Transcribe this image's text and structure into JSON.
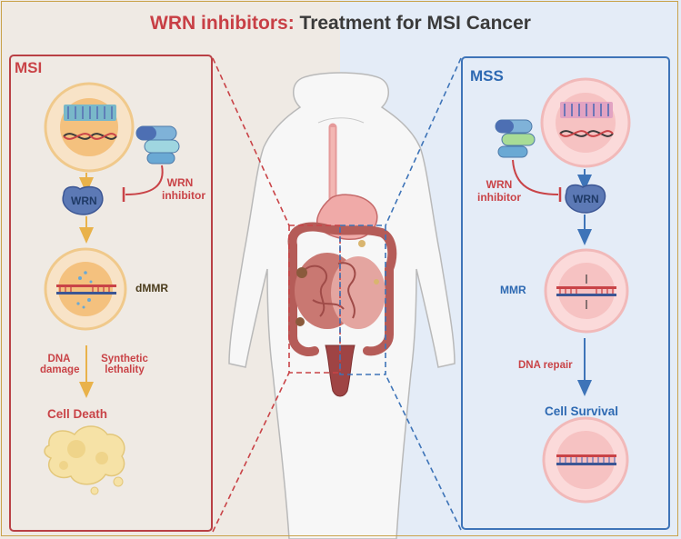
{
  "title": {
    "part1": "WRN inhibitors:",
    "part2": "Treatment for MSI Cancer"
  },
  "msi": {
    "heading": "MSI",
    "wrn_protein": "WRN",
    "inhibitor_line1": "WRN",
    "inhibitor_line2": "inhibitor",
    "dmmr": "dMMR",
    "dna_damage_line1": "DNA",
    "dna_damage_line2": "damage",
    "synthetic_line1": "Synthetic",
    "synthetic_line2": "lethality",
    "outcome": "Cell Death"
  },
  "mss": {
    "heading": "MSS",
    "wrn_protein": "WRN",
    "inhibitor_line1": "WRN",
    "inhibitor_line2": "inhibitor",
    "mmr": "MMR",
    "dna_repair": "DNA repair",
    "outcome": "Cell Survival"
  },
  "colors": {
    "msi_accent": "#c94347",
    "mss_accent": "#2d69b2",
    "arrow_msi": "#e9b24a",
    "arrow_mss": "#3e74b8",
    "wrn_protein": "#5c79b5"
  }
}
